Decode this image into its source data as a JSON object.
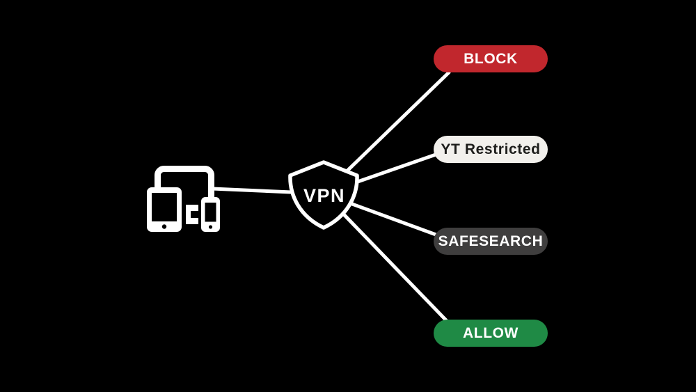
{
  "background": "#000000",
  "line_color": "#ffffff",
  "devices": {
    "icon": "multi-device-icon",
    "parts": [
      "monitor",
      "tablet",
      "laptop",
      "phone"
    ]
  },
  "hub": {
    "icon": "vpn-shield-icon",
    "label": "VPN",
    "fill": "#000000",
    "stroke": "#ffffff"
  },
  "outcomes": [
    {
      "id": "block",
      "label": "BLOCK",
      "bg": "#c1272d",
      "fg": "#ffffff"
    },
    {
      "id": "yt-restricted",
      "label": "YT Restricted",
      "bg": "#f2f0ec",
      "fg": "#1d1d1b"
    },
    {
      "id": "safesearch",
      "label": "SAFESEARCH",
      "bg": "#3f3e3e",
      "fg": "#ffffff"
    },
    {
      "id": "allow",
      "label": "ALLOW",
      "bg": "#1f8a45",
      "fg": "#ffffff"
    }
  ]
}
